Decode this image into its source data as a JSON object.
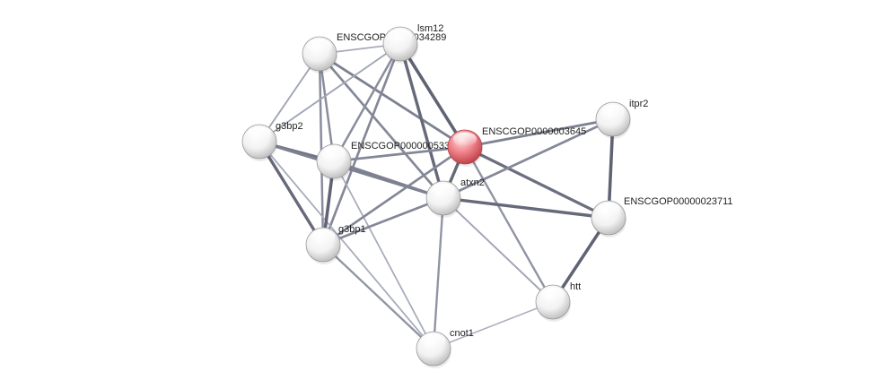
{
  "network": {
    "nodes": [
      {
        "id": "ENSCGOP00000034289",
        "label": "ENSCGOP00000034289",
        "color": "#ffffff",
        "query": false
      },
      {
        "id": "lsm12",
        "label": "lsm12",
        "color": "#ffffff",
        "query": false
      },
      {
        "id": "g3bp2",
        "label": "g3bp2",
        "color": "#ffffff",
        "query": false
      },
      {
        "id": "ENSCGOP00000053382",
        "label": "ENSCGOP00000053382",
        "color": "#ffffff",
        "query": false
      },
      {
        "id": "ENSCGOP0000003645",
        "label": "ENSCGOP0000003645",
        "color": "#e45d66",
        "query": true
      },
      {
        "id": "itpr2",
        "label": "itpr2",
        "color": "#ffffff",
        "query": false
      },
      {
        "id": "atxn2",
        "label": "atxn2",
        "color": "#ffffff",
        "query": false
      },
      {
        "id": "ENSCGOP00000023711",
        "label": "ENSCGOP00000023711",
        "color": "#ffffff",
        "query": false
      },
      {
        "id": "g3bp1",
        "label": "g3bp1",
        "color": "#ffffff",
        "query": false
      },
      {
        "id": "htt",
        "label": "htt",
        "color": "#ffffff",
        "query": false
      },
      {
        "id": "cnot1",
        "label": "cnot1",
        "color": "#ffffff",
        "query": false
      }
    ],
    "edges": [
      {
        "source": "ENSCGOP00000034289",
        "target": "lsm12",
        "strength": 0.25
      },
      {
        "source": "ENSCGOP00000034289",
        "target": "g3bp2",
        "strength": 0.3
      },
      {
        "source": "ENSCGOP00000034289",
        "target": "ENSCGOP00000053382",
        "strength": 0.5
      },
      {
        "source": "ENSCGOP00000034289",
        "target": "ENSCGOP0000003645",
        "strength": 0.6
      },
      {
        "source": "ENSCGOP00000034289",
        "target": "atxn2",
        "strength": 0.55
      },
      {
        "source": "ENSCGOP00000034289",
        "target": "g3bp1",
        "strength": 0.5
      },
      {
        "source": "lsm12",
        "target": "g3bp2",
        "strength": 0.3
      },
      {
        "source": "lsm12",
        "target": "ENSCGOP00000053382",
        "strength": 0.5
      },
      {
        "source": "lsm12",
        "target": "ENSCGOP0000003645",
        "strength": 0.85
      },
      {
        "source": "lsm12",
        "target": "atxn2",
        "strength": 0.8
      },
      {
        "source": "lsm12",
        "target": "g3bp1",
        "strength": 0.55
      },
      {
        "source": "g3bp2",
        "target": "ENSCGOP00000053382",
        "strength": 0.7
      },
      {
        "source": "g3bp2",
        "target": "g3bp1",
        "strength": 0.8
      },
      {
        "source": "g3bp2",
        "target": "atxn2",
        "strength": 0.6
      },
      {
        "source": "g3bp2",
        "target": "cnot1",
        "strength": 0.25
      },
      {
        "source": "ENSCGOP00000053382",
        "target": "ENSCGOP0000003645",
        "strength": 0.55
      },
      {
        "source": "ENSCGOP00000053382",
        "target": "atxn2",
        "strength": 0.6
      },
      {
        "source": "ENSCGOP00000053382",
        "target": "g3bp1",
        "strength": 0.85
      },
      {
        "source": "ENSCGOP00000053382",
        "target": "cnot1",
        "strength": 0.25
      },
      {
        "source": "ENSCGOP0000003645",
        "target": "atxn2",
        "strength": 0.8
      },
      {
        "source": "ENSCGOP0000003645",
        "target": "g3bp1",
        "strength": 0.55
      },
      {
        "source": "ENSCGOP0000003645",
        "target": "itpr2",
        "strength": 0.6
      },
      {
        "source": "ENSCGOP0000003645",
        "target": "ENSCGOP00000023711",
        "strength": 0.75
      },
      {
        "source": "ENSCGOP0000003645",
        "target": "htt",
        "strength": 0.45
      },
      {
        "source": "atxn2",
        "target": "g3bp1",
        "strength": 0.55
      },
      {
        "source": "atxn2",
        "target": "ENSCGOP00000023711",
        "strength": 0.8
      },
      {
        "source": "atxn2",
        "target": "itpr2",
        "strength": 0.55
      },
      {
        "source": "atxn2",
        "target": "cnot1",
        "strength": 0.45
      },
      {
        "source": "atxn2",
        "target": "htt",
        "strength": 0.3
      },
      {
        "source": "itpr2",
        "target": "ENSCGOP00000023711",
        "strength": 0.85
      },
      {
        "source": "ENSCGOP00000023711",
        "target": "htt",
        "strength": 0.85
      },
      {
        "source": "g3bp1",
        "target": "cnot1",
        "strength": 0.45
      },
      {
        "source": "htt",
        "target": "cnot1",
        "strength": 0.2
      }
    ]
  }
}
